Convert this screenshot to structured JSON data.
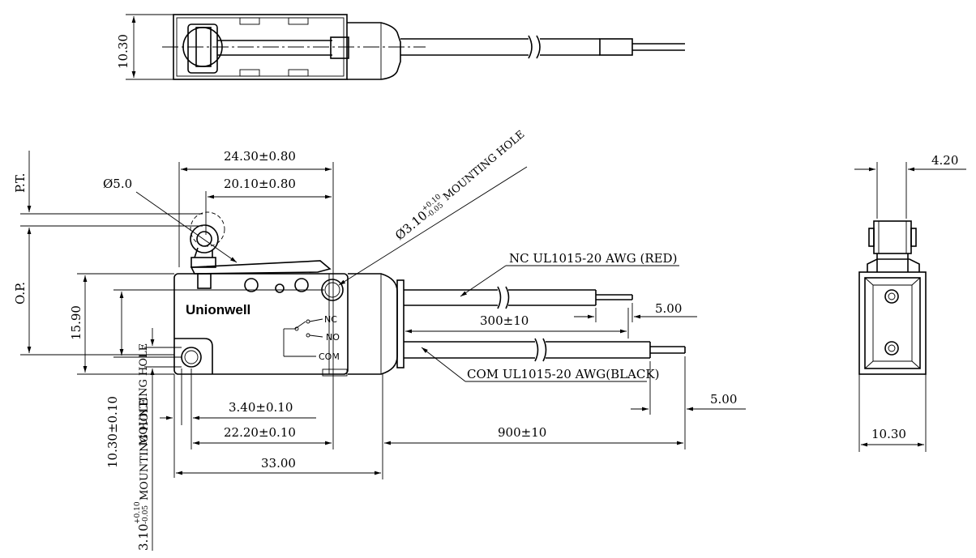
{
  "brand": "Unionwell",
  "top_view": {
    "height_dim": "10.30"
  },
  "side_view": {
    "terminals": {
      "nc": "NC",
      "no": "NO",
      "com": "COM"
    },
    "dims": {
      "width_24": "24.30±0.80",
      "width_20": "20.10±0.80",
      "roller_dia": "Ø5.0",
      "mount_hole_main": "Ø3.10",
      "mount_hole_tol_upper": "+0.10",
      "mount_hole_tol_lower": "-0.05",
      "mount_hole_text": "MOUNTING HOLE",
      "pt": "P.T.",
      "op": "O.P.",
      "h_15_90": "15.90",
      "h_10_30_a": "10.30±0.10",
      "h_10_30_b": "MOUNTING HOLE",
      "hole_left_main": "3.10",
      "hole_left_tol_upper": "+0.10",
      "hole_left_tol_lower": "-0.05",
      "hole_left_text": "MOUNTING HOLE",
      "d_3_40": "3.40±0.10",
      "d_22_20": "22.20±0.10",
      "d_33": "33.00",
      "wire_nc": "NC UL1015-20 AWG (RED)",
      "wire_com": "COM UL1015-20 AWG(BLACK)",
      "d_300": "300±10",
      "d_900": "900±10",
      "strip_top": "5.00",
      "strip_bottom": "5.00"
    }
  },
  "end_view": {
    "top_dim": "4.20",
    "bottom_dim": "10.30"
  }
}
